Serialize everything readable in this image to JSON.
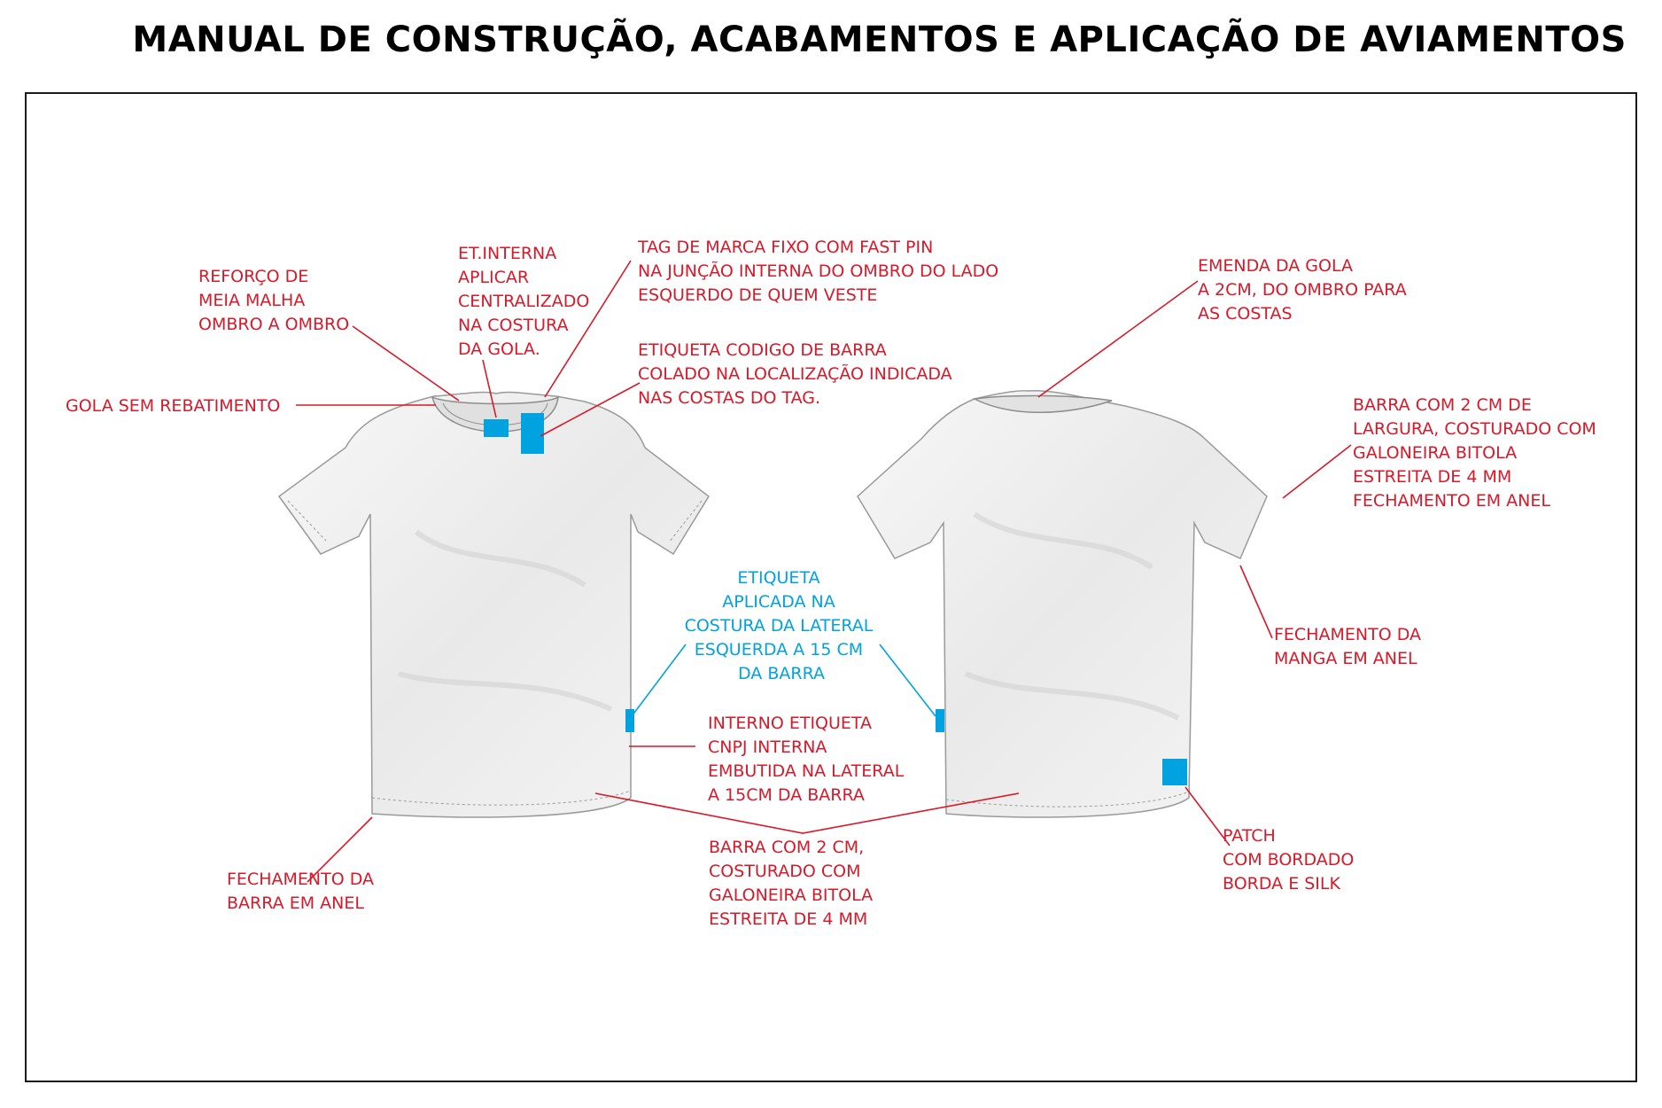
{
  "title": "MANUAL DE CONSTRUÇÃO, ACABAMENTOS E APLICAÇÃO DE AVIAMENTOS",
  "colors": {
    "annotation_red": "#d7192a",
    "annotation_blue": "#00a2e0",
    "shirt": "#eeeeee"
  },
  "annotations": {
    "reforco": [
      "REFORÇO DE",
      "MEIA MALHA",
      "OMBRO A OMBRO"
    ],
    "et_interna": [
      "ET.INTERNA",
      "APLICAR",
      "CENTRALIZADO",
      "NA COSTURA",
      "DA GOLA."
    ],
    "tag_marca": [
      "TAG DE MARCA FIXO COM FAST PIN",
      "NA JUNÇÃO INTERNA DO OMBRO DO LADO",
      "ESQUERDO DE QUEM VESTE"
    ],
    "etiqueta_codigo": [
      "ETIQUETA CODIGO DE BARRA",
      "COLADO NA  LOCALIZAÇÃO INDICADA",
      "NAS COSTAS DO TAG."
    ],
    "gola_sem": [
      "GOLA SEM REBATIMENTO"
    ],
    "emenda_gola": [
      "EMENDA DA GOLA",
      "A 2CM, DO OMBRO PARA",
      "AS COSTAS"
    ],
    "barra_manga": [
      "BARRA COM 2 CM DE",
      "LARGURA, COSTURADO COM",
      "GALONEIRA BITOLA",
      "ESTREITA DE 4 MM",
      "FECHAMENTO EM ANEL"
    ],
    "etiqueta_lateral": [
      "ETIQUETA",
      "APLICADA NA",
      "COSTURA DA LATERAL",
      "ESQUERDA A 15 CM",
      "DA BARRA"
    ],
    "interno_cnpj": [
      "INTERNO ETIQUETA",
      "CNPJ INTERNA",
      "EMBUTIDA NA LATERAL",
      "A 15CM DA BARRA"
    ],
    "fechamento_manga": [
      "FECHAMENTO DA",
      "MANGA EM ANEL"
    ],
    "fechamento_barra": [
      "FECHAMENTO DA",
      "BARRA EM ANEL"
    ],
    "barra_corpo": [
      "BARRA COM 2 CM,",
      " COSTURADO COM",
      "GALONEIRA BITOLA",
      "ESTREITA DE 4 MM"
    ],
    "patch": [
      "PATCH",
      "COM BORDADO",
      "BORDA E SILK"
    ]
  }
}
